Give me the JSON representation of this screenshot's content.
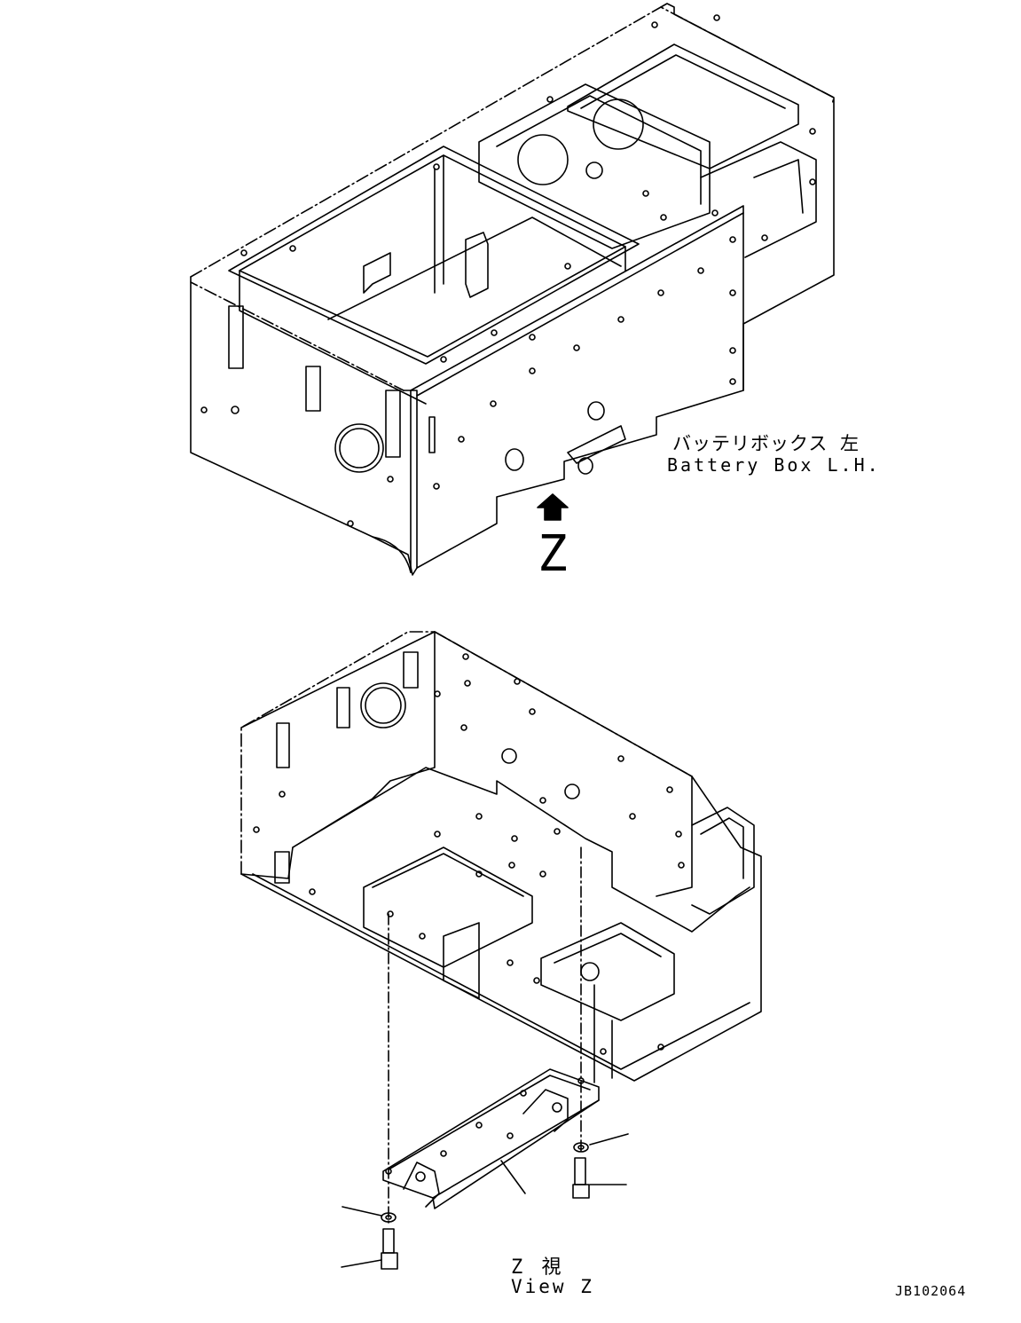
{
  "labels": {
    "part_name_jp": "バッテリボックス 左",
    "part_name_en": "Battery Box L.H.",
    "view_arrow_letter": "Z",
    "view_caption_jp": "Z 視",
    "view_caption_en": "View Z",
    "drawing_number": "JB102064"
  }
}
